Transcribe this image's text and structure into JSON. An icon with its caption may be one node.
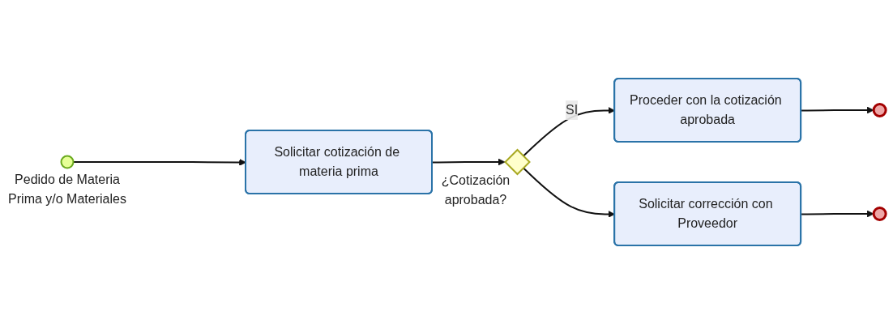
{
  "diagram": {
    "nodes": [
      {
        "text": [],
        "shape": "circle",
        "beside": [
          "Pedido de Materia Prima y/o Materiales"
        ]
      },
      {
        "text": [
          "Solicitar cotización de materia prima"
        ]
      },
      {
        "text": [],
        "shape": "diamond",
        "beside": [
          "¿Cotización aprobada?"
        ]
      },
      {
        "text": [
          "Proceder con la cotización aprobada"
        ]
      },
      {
        "text": [],
        "shape": "circle"
      },
      {
        "text": [
          "Solicitar corrección con Proveedor"
        ]
      },
      {
        "text": [],
        "shape": "circle"
      }
    ],
    "edges": [
      {
        "from": 0,
        "to": 1,
        "arrow": "to"
      },
      {
        "from": 1,
        "to": 2,
        "arrow": "to"
      },
      {
        "from": 2,
        "to": 3,
        "arrow": "to",
        "label": "SI"
      },
      {
        "from": 3,
        "to": 4,
        "arrow": "to"
      },
      {
        "from": 2,
        "to": 5,
        "arrow": "to"
      },
      {
        "from": 5,
        "to": 6,
        "arrow": "to"
      }
    ]
  }
}
